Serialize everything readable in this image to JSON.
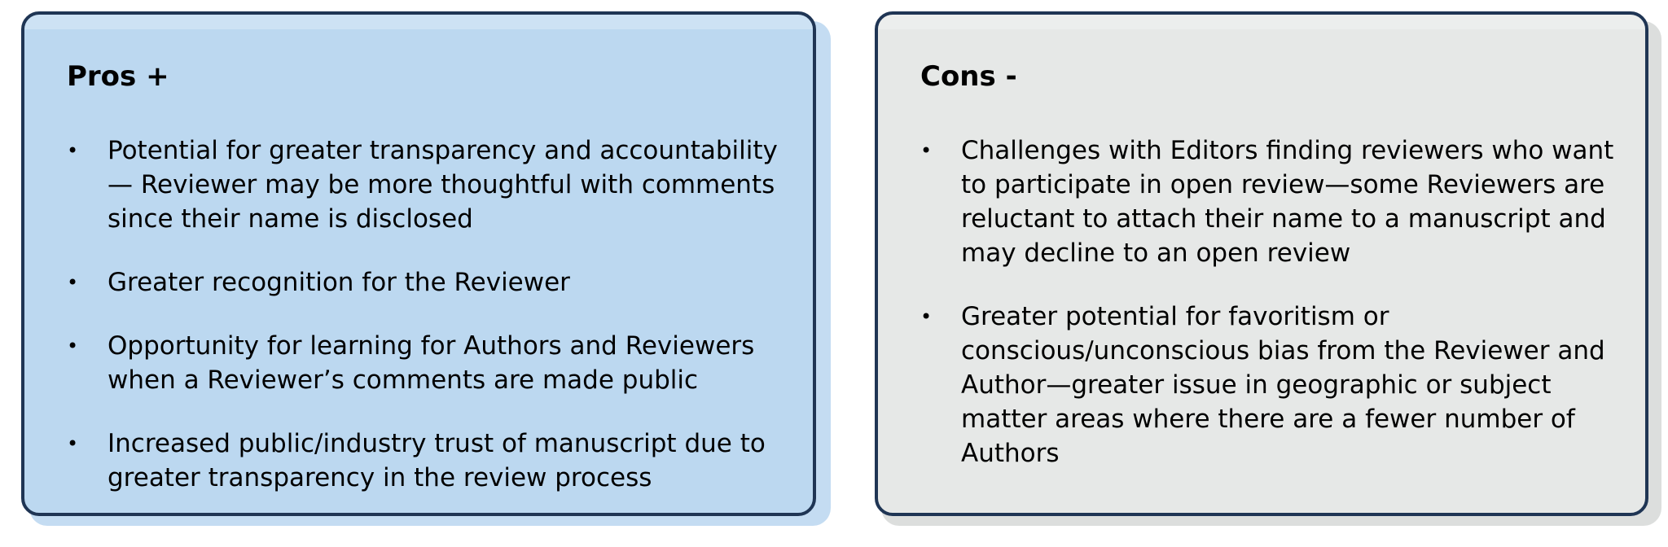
{
  "pros": {
    "title": "Pros +",
    "items": [
      "Potential for greater transparency and accountability — Reviewer may be more thoughtful with comments since their name is disclosed",
      "Greater recognition for the Reviewer",
      "Opportunity for learning for Authors and Reviewers when a Reviewer’s comments are made public",
      "Increased public/industry trust of manuscript due to greater transparency in the review process"
    ]
  },
  "cons": {
    "title": "Cons -",
    "items": [
      "Challenges with Editors finding reviewers who want to participate in open review—some Reviewers are reluctant to attach their name to a manuscript and may decline to an open review",
      "Greater potential for favoritism or conscious/unconscious bias from the Reviewer and Author—greater issue in geographic or subject matter areas where there are a fewer number of Authors"
    ]
  },
  "bullet_glyph": "•",
  "colors": {
    "pros_fill": "#bcd8f0",
    "cons_fill": "#e6e8e7",
    "border": "#1f3554"
  }
}
